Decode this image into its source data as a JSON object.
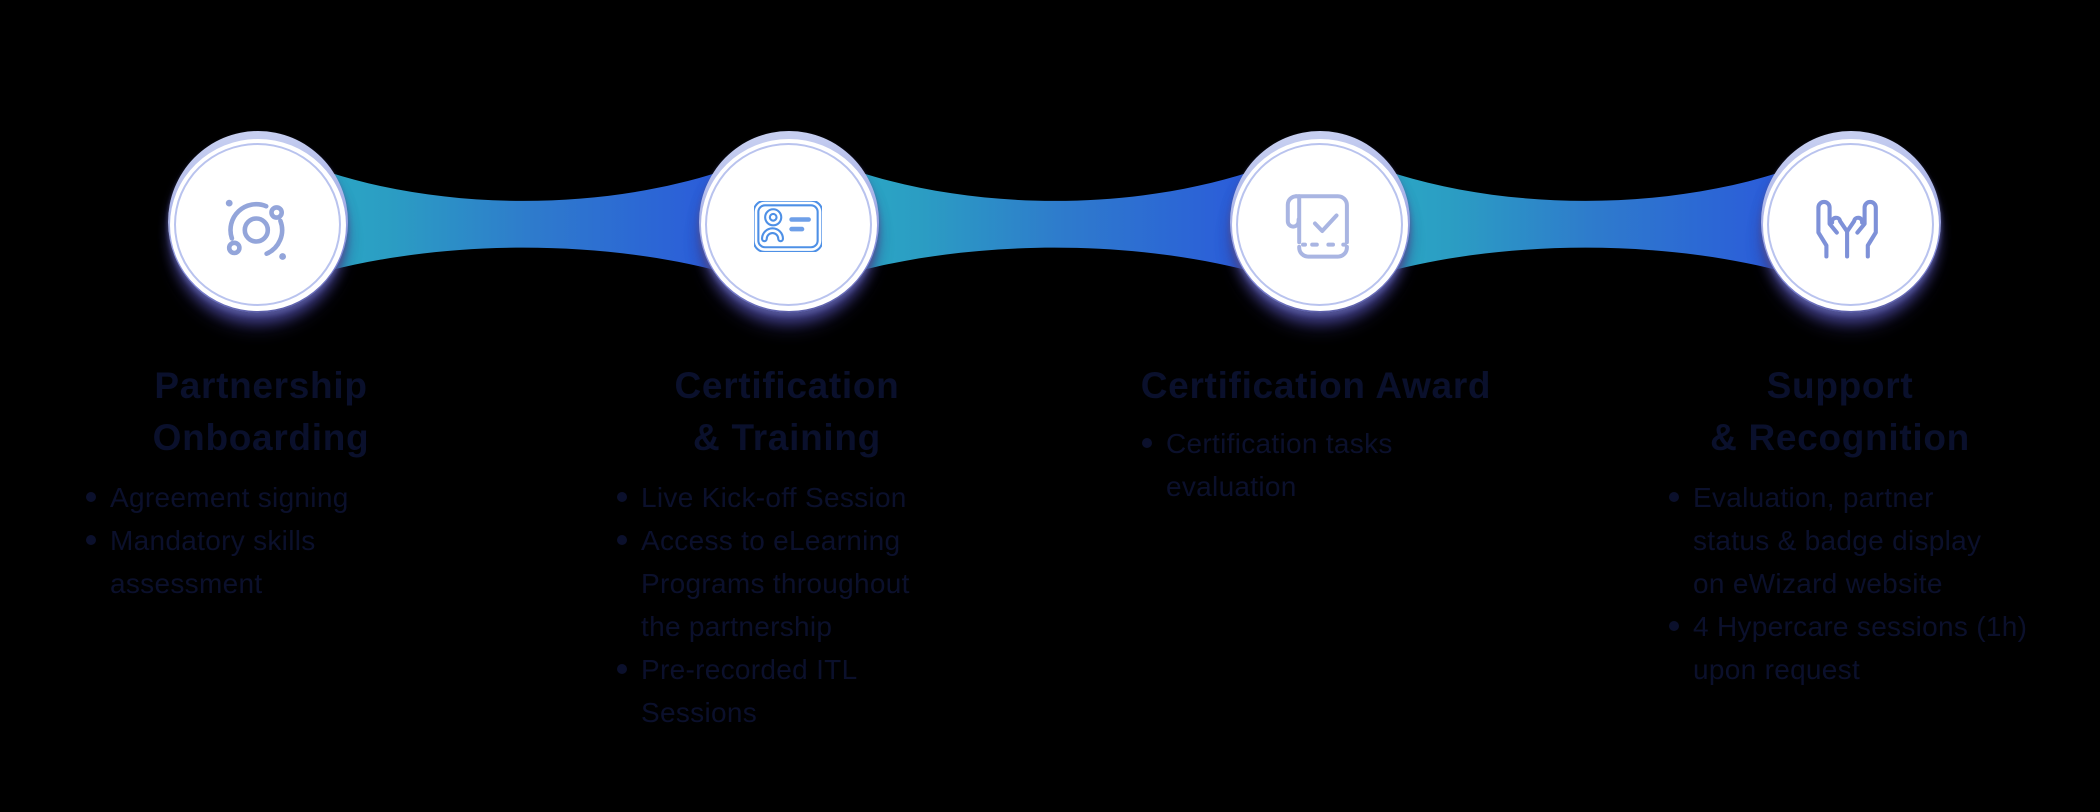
{
  "background": "#000000",
  "colors": {
    "ribbon_teal": "#2ba3c3",
    "ribbon_mid": "#2e7ccb",
    "ribbon_blue": "#2b5fd9",
    "circle_border_light": "#e9edfb",
    "circle_border_dark": "#7a7ed0",
    "inner_ring": "#b9c3ee",
    "title_text": "#0a102c",
    "body_text": "#0b102c",
    "icon_orbit": "#93a5da",
    "icon_id_card": "#4e90e6",
    "icon_certificate": "#a9b5e2",
    "icon_hands": "#7e91d8"
  },
  "steps": [
    {
      "id": "partnership-onboarding",
      "icon": "orbit-icon",
      "title": "Partnership\nOnboarding",
      "bullets": [
        "Agreement signing",
        "Mandatory skills\nassessment"
      ]
    },
    {
      "id": "certification-training",
      "icon": "id-card-icon",
      "title": "Certification\n& Training",
      "bullets": [
        "Live Kick-off Session",
        "Access to eLearning\nPrograms throughout\nthe partnership",
        "Pre-recorded ITL\nSessions"
      ]
    },
    {
      "id": "certification-award",
      "icon": "certificate-icon",
      "title": "Certification Award",
      "bullets": [
        "Certification tasks\nevaluation"
      ]
    },
    {
      "id": "support-recognition",
      "icon": "hands-icon",
      "title": "Support\n& Recognition",
      "bullets": [
        "Evaluation, partner\nstatus & badge display\non eWizard website",
        "4 Hypercare sessions (1h)\nupon request"
      ]
    }
  ]
}
